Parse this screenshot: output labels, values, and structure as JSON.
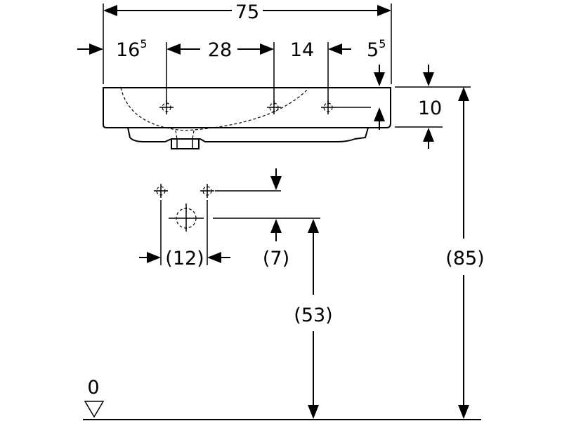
{
  "dimensions": {
    "overall_width": "75",
    "edge_left_base": "16",
    "edge_left_sup": "5",
    "hole_spacing_a": "28",
    "hole_spacing_b": "14",
    "edge_right_base": "5",
    "edge_right_sup": "5",
    "rim_height": "10",
    "waste_spacing": "(12)",
    "waste_offset": "(7)",
    "waste_height": "(53)",
    "rim_height_total": "(85)",
    "floor_level": "0"
  }
}
